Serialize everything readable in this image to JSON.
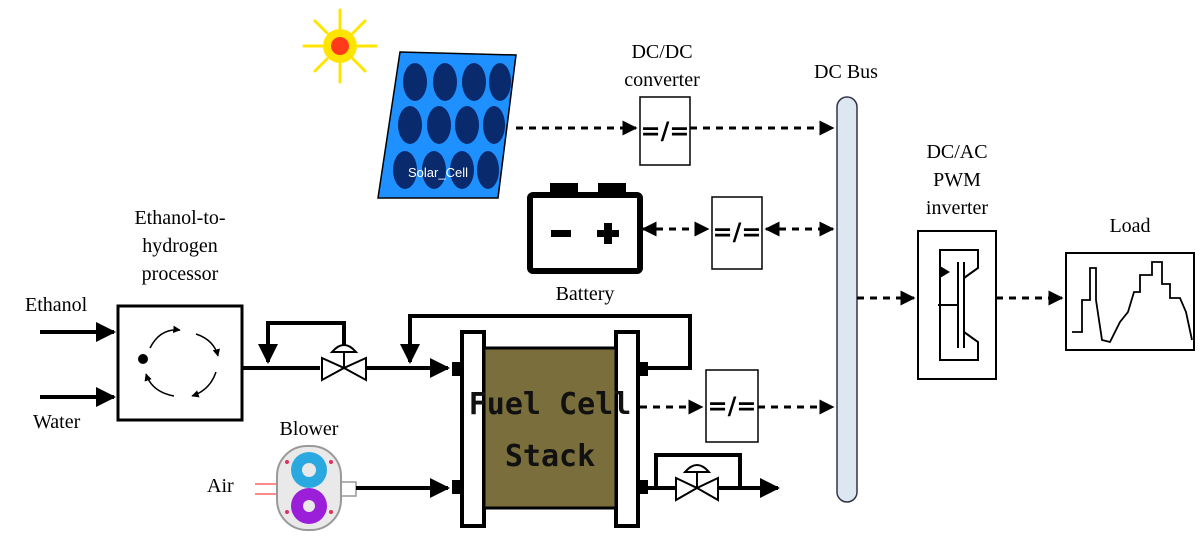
{
  "labels": {
    "dcdc_converter_line1": "DC/DC",
    "dcdc_converter_line2": "converter",
    "dc_bus": "DC Bus",
    "dcac_line1": "DC/AC",
    "dcac_line2": "PWM",
    "dcac_line3": "inverter",
    "load": "Load",
    "processor_line1": "Ethanol-to-",
    "processor_line2": "hydrogen",
    "processor_line3": "processor",
    "ethanol": "Ethanol",
    "water": "Water",
    "battery": "Battery",
    "blower": "Blower",
    "air": "Air",
    "solar_cell": "Solar_Cell",
    "fuel_cell_line1": "Fuel Cell",
    "fuel_cell_line2": "Stack",
    "converter_symbol": "=/=",
    "battery_minus": "−",
    "battery_plus": "+"
  },
  "colors": {
    "solar_panel": "#1e90ff",
    "solar_cell_oval": "#0a2a6e",
    "sun_core": "#ff3b1a",
    "sun_rays": "#ffe400",
    "fuel_cell_stack": "#7a6e3c",
    "dc_bus": "#dde7f2",
    "blower_blue": "#2aa8e0",
    "blower_purple": "#9b1fd8"
  }
}
